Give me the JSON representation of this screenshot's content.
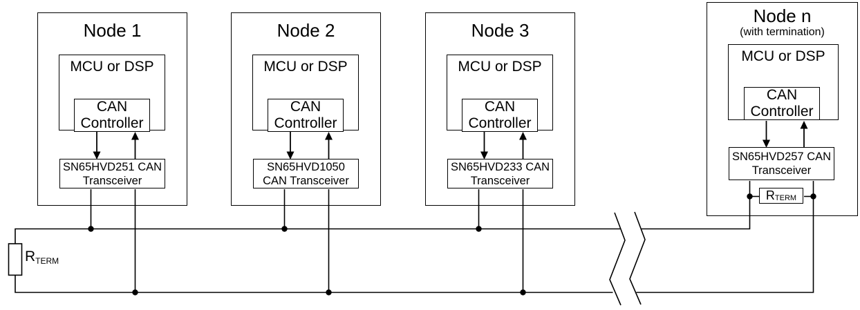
{
  "colors": {
    "line": "#000000",
    "background": "#ffffff"
  },
  "nodes": [
    {
      "title": "Node 1",
      "mcu_label": "MCU or DSP",
      "controller_label": "CAN Controller",
      "transceiver_label": "SN65HVD251 CAN Transceiver"
    },
    {
      "title": "Node 2",
      "mcu_label": "MCU or DSP",
      "controller_label": "CAN Controller",
      "transceiver_label": "SN65HVD1050 CAN Transceiver"
    },
    {
      "title": "Node 3",
      "mcu_label": "MCU or DSP",
      "controller_label": "CAN Controller",
      "transceiver_label": "SN65HVD233 CAN Transceiver"
    },
    {
      "title": "Node n",
      "subtitle": "(with termination)",
      "mcu_label": "MCU or DSP",
      "controller_label": "CAN Controller",
      "transceiver_label": "SN65HVD257 CAN Transceiver",
      "termination_label_main": "R",
      "termination_label_sub": "TERM"
    }
  ],
  "bus_termination": {
    "label_main": "R",
    "label_sub": "TERM"
  }
}
